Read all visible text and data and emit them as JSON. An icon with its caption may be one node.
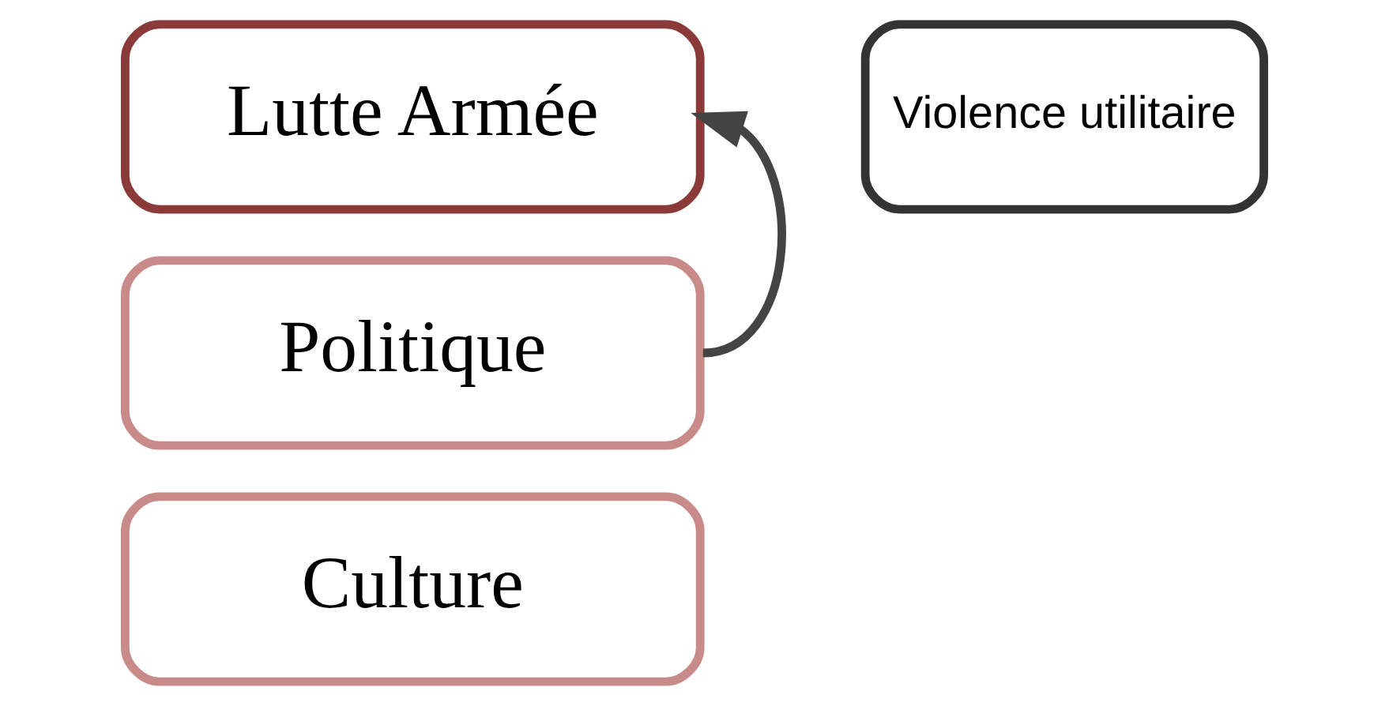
{
  "diagram": {
    "nodes": [
      {
        "text": [
          "Lutte Armée"
        ]
      },
      {
        "text": [
          "Politique"
        ]
      },
      {
        "text": [
          "Culture"
        ]
      },
      {
        "text": [
          "Violence utilitaire"
        ]
      }
    ],
    "edges": [
      {
        "from": 1,
        "to": 0,
        "arrow": "to"
      }
    ]
  }
}
